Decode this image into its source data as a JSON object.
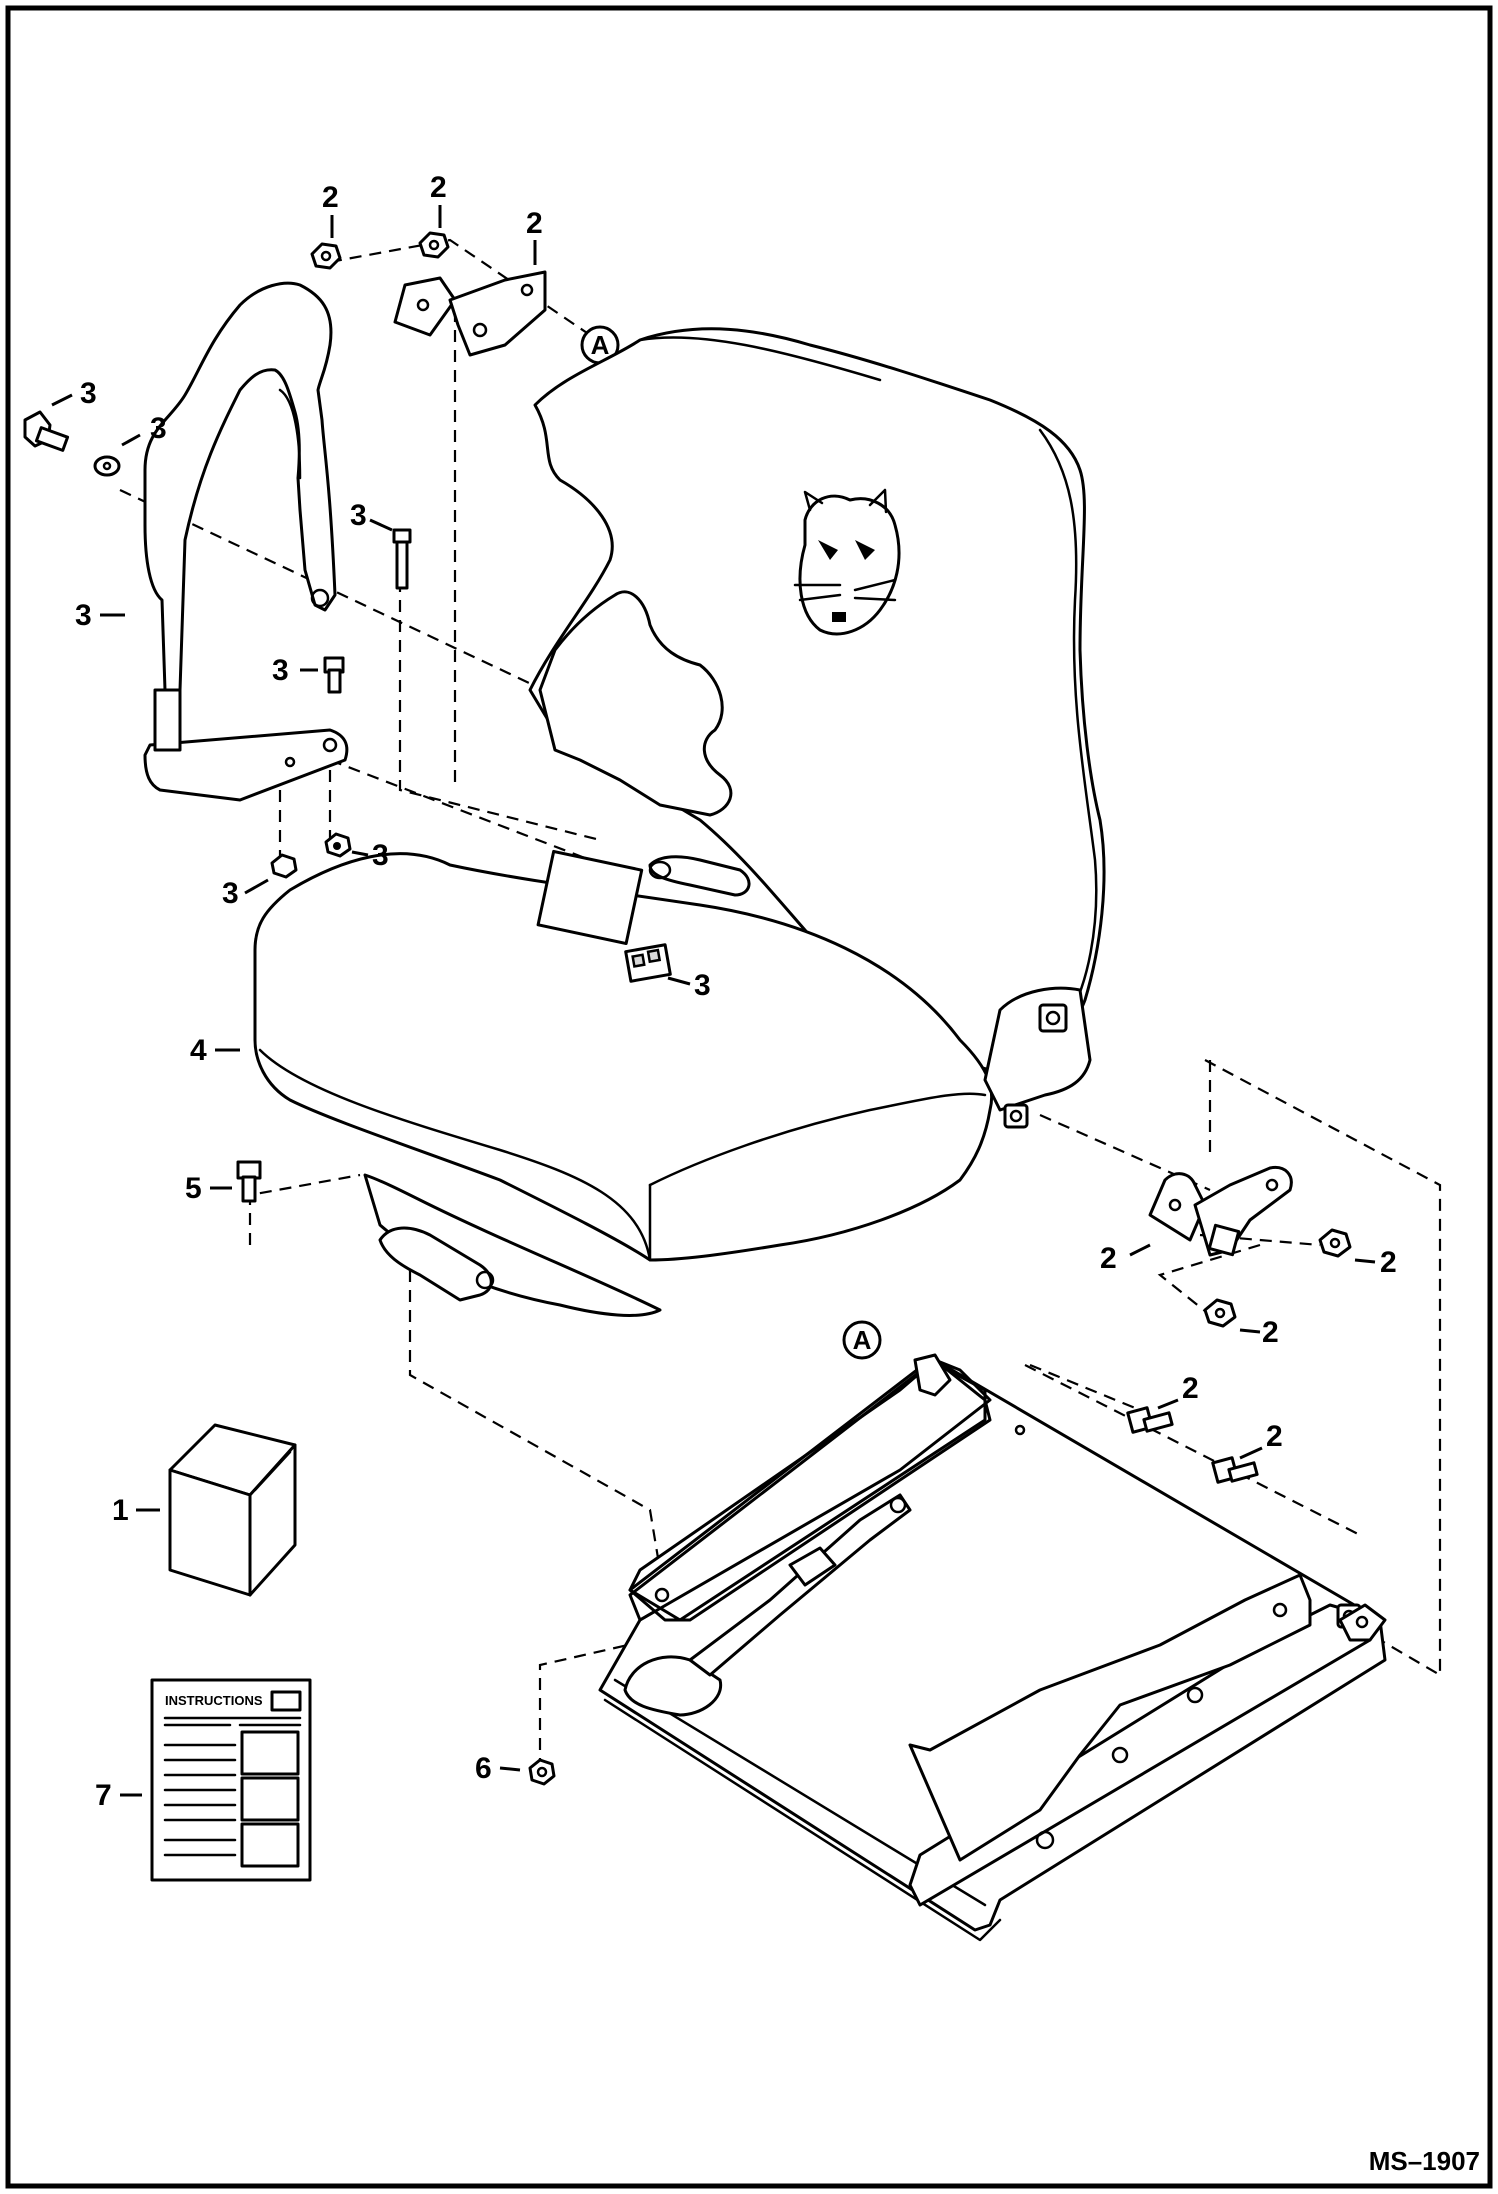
{
  "diagram_code": "MS–1907",
  "reference_marker": "A",
  "instruction_sheet_title": "INSTRUCTIONS",
  "callouts": {
    "c1": "1",
    "c2a": "2",
    "c2b": "2",
    "c2c": "2",
    "c2d": "2",
    "c2e": "2",
    "c2f": "2",
    "c2g": "2",
    "c2h": "2",
    "c3a": "3",
    "c3b": "3",
    "c3c": "3",
    "c3d": "3",
    "c3e": "3",
    "c3f": "3",
    "c3g": "3",
    "c3h": "3",
    "c4": "4",
    "c5": "5",
    "c6": "6",
    "c7": "7"
  }
}
